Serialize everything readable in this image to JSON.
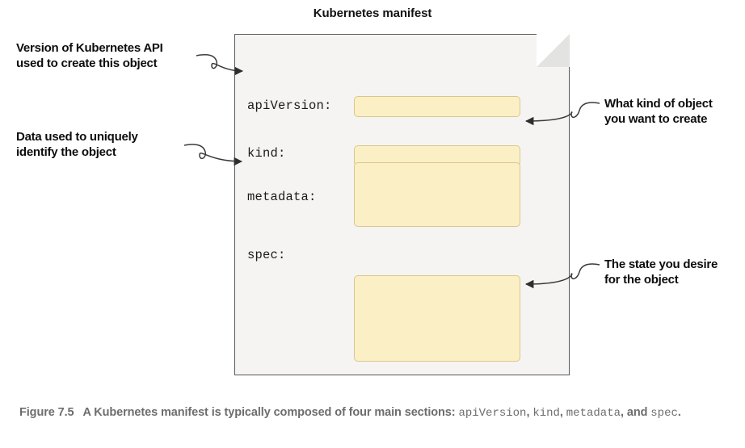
{
  "figure": {
    "title": "Kubernetes manifest",
    "caption": {
      "figure_number": "Figure 7.5",
      "text_part_1": "A Kubernetes manifest is typically composed of four main sections: ",
      "code_1": "apiVersion",
      "sep_1": ", ",
      "code_2": "kind",
      "sep_2": ", ",
      "code_3": "metadata",
      "sep_3": ", and ",
      "code_4": "spec",
      "sep_4": "."
    }
  },
  "document": {
    "fields": [
      {
        "key": "apiversion",
        "label": "apiVersion:",
        "value": ""
      },
      {
        "key": "kind",
        "label": "kind:",
        "value": ""
      },
      {
        "key": "metadata",
        "label": "metadata:",
        "value": ""
      },
      {
        "key": "spec",
        "label": "spec:",
        "value": ""
      }
    ]
  },
  "callouts": {
    "apiversion": {
      "line1": "Version of Kubernetes API",
      "line2": "used to create this object"
    },
    "kind": {
      "line1": "What kind of object",
      "line2": "you want to create"
    },
    "metadata": {
      "line1": "Data used to uniquely",
      "line2": "identify the object"
    },
    "spec": {
      "line1": "The state you desire",
      "line2": "for the object"
    }
  },
  "colors": {
    "page_background": "#ffffff",
    "sheet_fill": "#f5f4f2",
    "sheet_border": "#5a5a5a",
    "fold_fill": "#e3e3e1",
    "value_box_fill": "#fbefc6",
    "value_box_border": "#d9c78b",
    "callout_text": "#0d0d0d",
    "caption_text": "#6d6d6d",
    "leader_line": "#3a3a3a"
  }
}
